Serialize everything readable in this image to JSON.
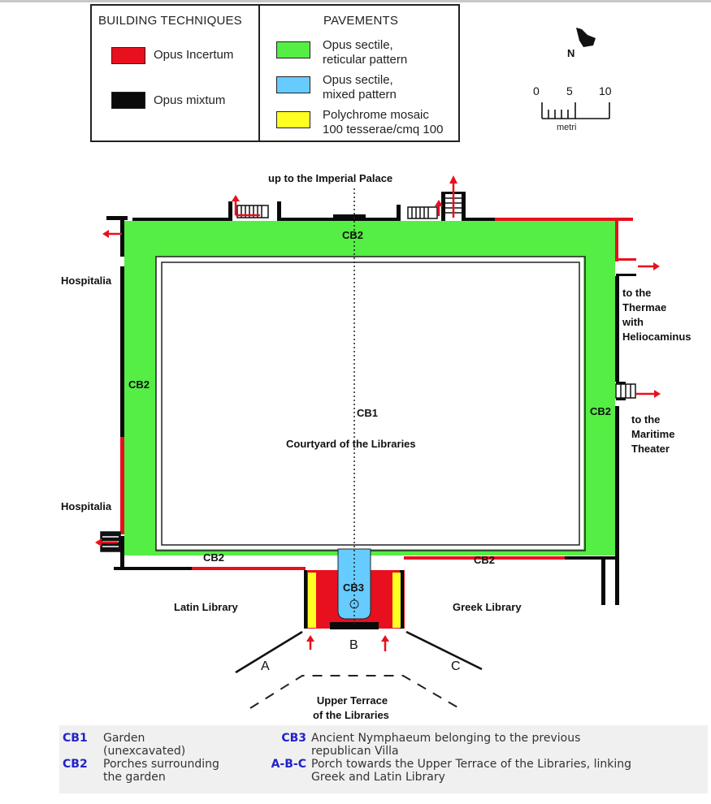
{
  "legend": {
    "building_techniques": {
      "title": "BUILDING TECHNIQUES",
      "items": [
        {
          "label": "Opus Incertum",
          "color": "#e8101e"
        },
        {
          "label": "Opus mixtum",
          "color": "#0a0a0a"
        }
      ]
    },
    "pavements": {
      "title": "PAVEMENTS",
      "items": [
        {
          "line1": "Opus sectile,",
          "line2": "reticular pattern",
          "color": "#55ee44"
        },
        {
          "line1": "Opus sectile,",
          "line2": "mixed pattern",
          "color": "#66ccff"
        },
        {
          "line1": "Polychrome mosaic",
          "line2": "100 tesserae/cmq 100",
          "color": "#ffff22"
        }
      ]
    }
  },
  "north": {
    "label": "N"
  },
  "scale": {
    "ticks": [
      "0",
      "5",
      "10"
    ],
    "unit": "metri"
  },
  "map": {
    "labels": {
      "imperial_palace": "up to the Imperial Palace",
      "hospitalia_top": "Hospitalia",
      "hospitalia_bottom": "Hospitalia",
      "thermae": [
        "to the",
        "Thermae",
        "with",
        "Heliocaminus"
      ],
      "maritime": [
        "to the",
        "Maritime",
        "Theater"
      ],
      "courtyard": "Courtyard of the Libraries",
      "latin_library": "Latin Library",
      "greek_library": "Greek Library",
      "upper_terrace": [
        "Upper Terrace",
        "of the Libraries"
      ]
    },
    "zones": {
      "cb1": "CB1",
      "cb2_top": "CB2",
      "cb2_left": "CB2",
      "cb2_right": "CB2",
      "cb2_bottom_left": "CB2",
      "cb2_bottom_right": "CB2",
      "cb3": "CB3"
    },
    "porch_letters": {
      "a": "A",
      "b": "B",
      "c": "C"
    },
    "colors": {
      "green": "#55ee44",
      "red": "#e8101e",
      "blue": "#66ccff",
      "yellow": "#ffff22",
      "wall": "#0a0a0a"
    }
  },
  "caption": {
    "items": [
      {
        "key": "CB1",
        "text": [
          "Garden",
          "(unexcavated)"
        ]
      },
      {
        "key": "CB2",
        "text": [
          "Porches surrounding",
          "the garden"
        ]
      },
      {
        "key": "CB3",
        "text": [
          "Ancient Nymphaeum belonging to the previous",
          "republican Villa"
        ]
      },
      {
        "key": "A-B-C",
        "text": [
          "Porch towards the Upper Terrace of the Libraries, linking",
          "Greek and Latin Library"
        ]
      }
    ],
    "key_color": "#2222cc"
  }
}
